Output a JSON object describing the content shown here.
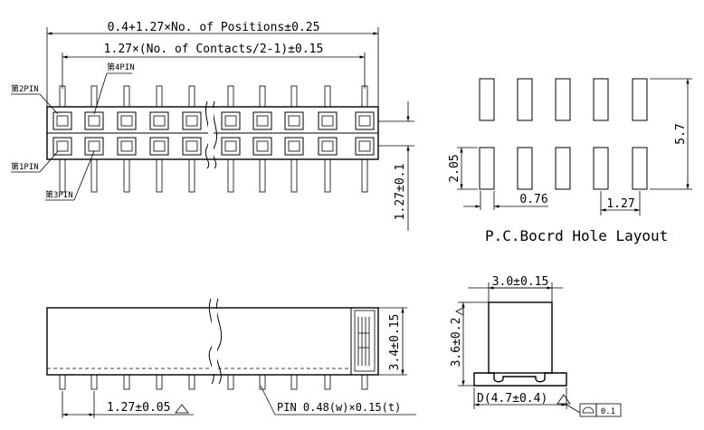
{
  "top_view": {
    "dim_overall": "0.4+1.27×No. of Positions±0.25",
    "dim_contacts": "1.27×(No. of Contacts/2-1)±0.15",
    "pin2": "第2PIN",
    "pin4": "第4PIN",
    "pin1": "第1PIN",
    "pin3": "第3PIN",
    "dim_pitch_vertical": "1.27±0.1"
  },
  "pcb_layout": {
    "dim_height": "5.7",
    "dim_pad_length": "2.05",
    "dim_pad_width": "0.76",
    "dim_pitch": "1.27",
    "title": "P.C.Bocrd Hole Layout"
  },
  "side_view": {
    "dim_height": "3.4±0.15",
    "dim_pitch": "1.27±0.05",
    "pin_note": "PIN 0.48(w)×0.15(t)"
  },
  "end_view": {
    "dim_width": "3.0±0.15",
    "dim_height": "3.6±0.2",
    "dim_depth": "D(4.7±0.4)",
    "flatness_value": "0.1"
  }
}
